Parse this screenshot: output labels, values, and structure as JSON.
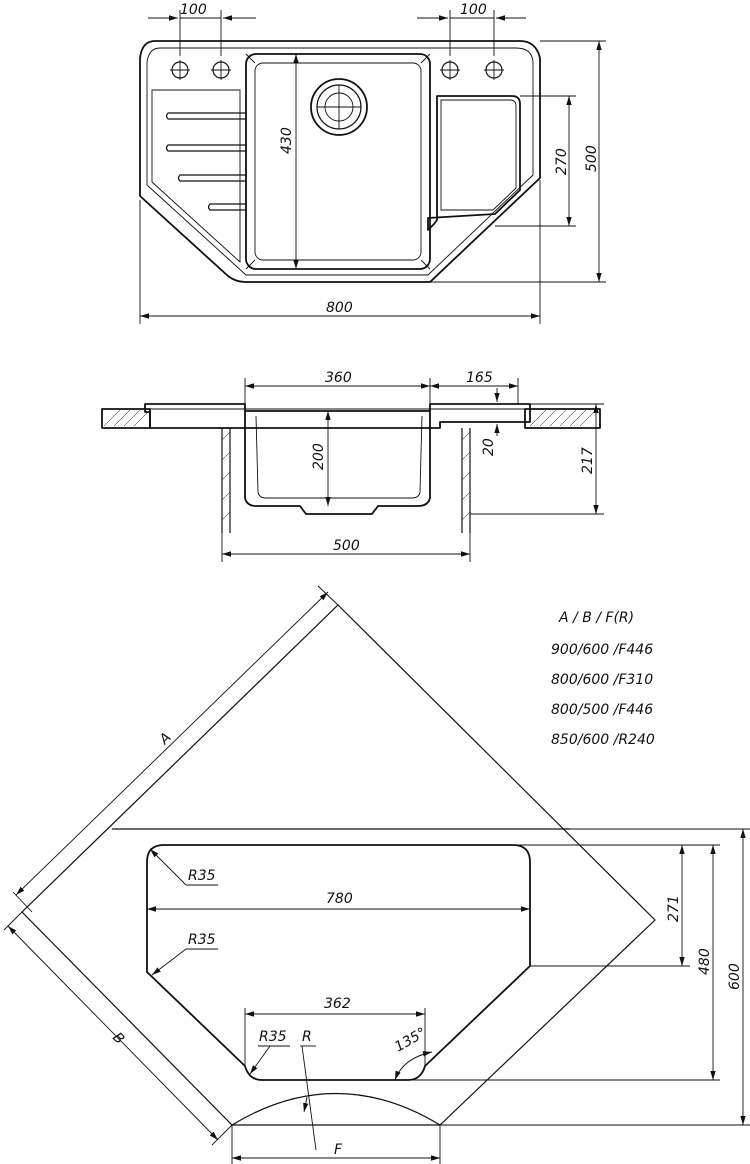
{
  "top_view": {
    "dim_left_holes": "100",
    "dim_right_holes": "100",
    "dim_width": "800",
    "dim_depth_total": "500",
    "dim_depth_drainer": "270",
    "dim_bowl_depth": "430"
  },
  "section_view": {
    "dim_bowl_width": "360",
    "dim_drainer": "165",
    "dim_bowl_height": "200",
    "dim_rim": "20",
    "dim_total_height": "217",
    "dim_cutout": "500"
  },
  "corner_view": {
    "label_a": "A",
    "label_b": "B",
    "label_f": "F",
    "dim_r35_1": "R35",
    "dim_r35_2": "R35",
    "dim_r35_3": "R35",
    "dim_r": "R",
    "dim_780": "780",
    "dim_362": "362",
    "dim_angle": "135°",
    "dim_271": "271",
    "dim_480": "480",
    "dim_600": "600"
  },
  "legend": {
    "header": "A / B / F(R)",
    "rows": [
      "900/600 /F446",
      "800/600 /F310",
      "800/500 /F446",
      "850/600 /R240"
    ]
  }
}
